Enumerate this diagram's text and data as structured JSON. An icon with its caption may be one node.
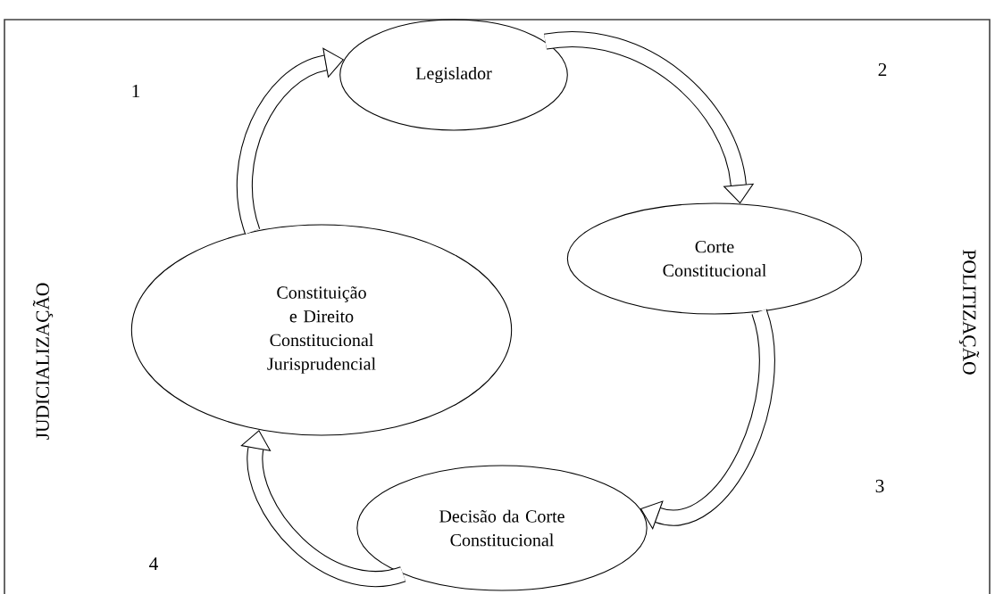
{
  "diagram": {
    "nodes": [
      {
        "text": [
          "Legislador"
        ]
      },
      {
        "text": [
          "Corte Constitucional"
        ]
      },
      {
        "text": [
          "Constituição e Direito Constitucional Jurisprudencial"
        ]
      },
      {
        "text": [
          "Decisão da Corte Constitucional"
        ]
      }
    ],
    "edges": [
      {
        "from": 2,
        "to": 0,
        "arrow": "to"
      },
      {
        "from": 0,
        "to": 1,
        "arrow": "to"
      },
      {
        "from": 1,
        "to": 3,
        "arrow": "to"
      },
      {
        "from": 3,
        "to": 2,
        "arrow": "to"
      }
    ],
    "labels": [
      "1",
      "2",
      "JUDICIALIZAÇÃO",
      "POLITIZAÇÃO",
      "3",
      "4"
    ]
  }
}
